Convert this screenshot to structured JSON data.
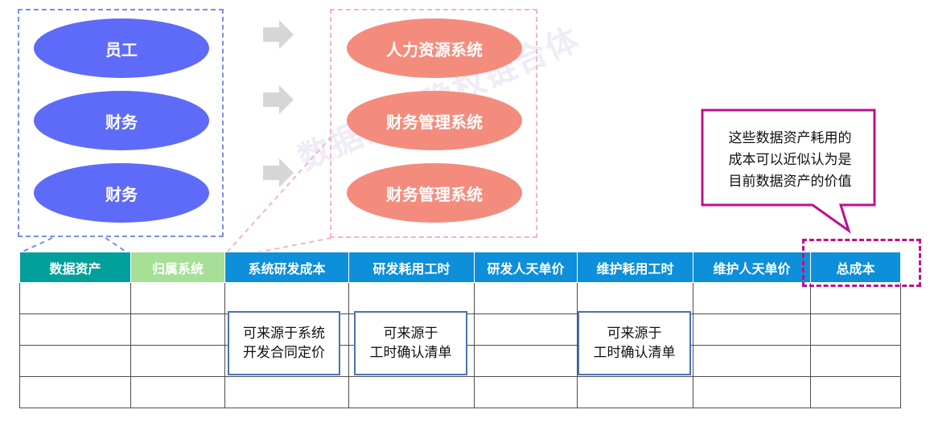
{
  "watermark": "数据资产确权链合体",
  "sources": [
    "员工",
    "财务",
    "财务"
  ],
  "systems": [
    "人力资源系统",
    "财务管理系统",
    "财务管理系统"
  ],
  "callout": {
    "lines": [
      "这些数据资产耗用的",
      "成本可以近似认为是",
      "目前数据资产的价值"
    ]
  },
  "table": {
    "headers": [
      {
        "label": "数据资产",
        "color": "#03a09b"
      },
      {
        "label": "归属系统",
        "color": "#a6df96"
      },
      {
        "label": "系统研发成本",
        "color": "#0d8fd9"
      },
      {
        "label": "研发耗用工时",
        "color": "#0d8fd9"
      },
      {
        "label": "研发人天单价",
        "color": "#0d8fd9"
      },
      {
        "label": "维护耗用工时",
        "color": "#0d8fd9"
      },
      {
        "label": "维护人天单价",
        "color": "#0d8fd9"
      },
      {
        "label": "总成本",
        "color": "#0d8fd9"
      }
    ]
  },
  "notes": {
    "dev_cost": [
      "可来源于系统",
      "开发合同定价"
    ],
    "dev_hours": [
      "可来源于",
      "工时确认清单"
    ],
    "maint_hours": [
      "可来源于",
      "工时确认清单"
    ]
  },
  "colors": {
    "ellipse_blue": "#5e6bf8",
    "ellipse_salmon": "#f48c7d",
    "callout_border": "#c0108c",
    "note_border": "#4a72b5"
  }
}
